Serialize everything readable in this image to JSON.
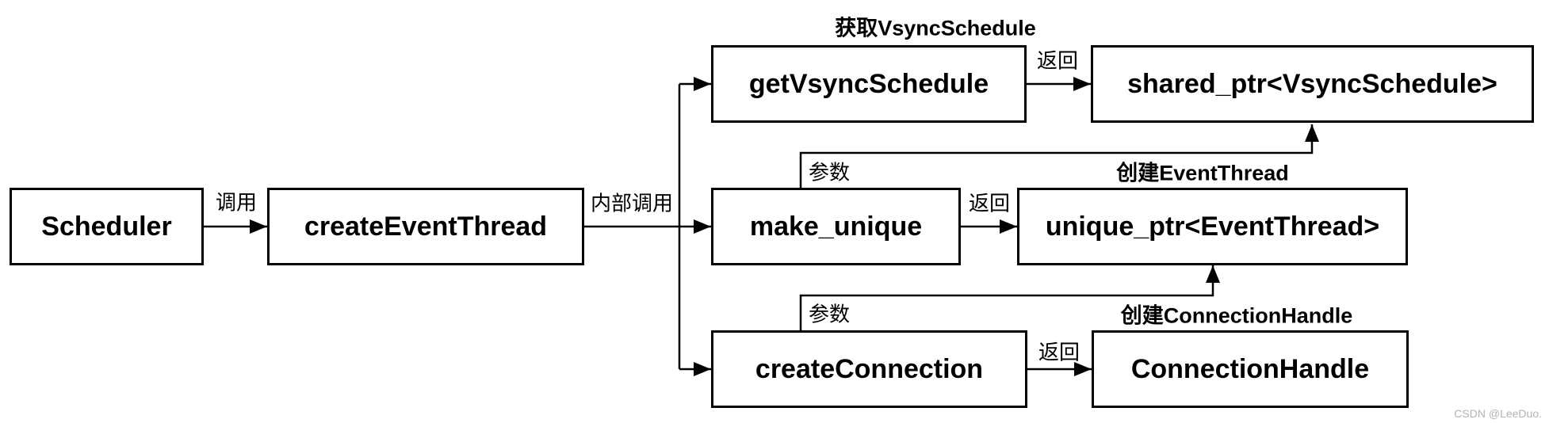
{
  "nodes": {
    "scheduler": {
      "label": "Scheduler"
    },
    "createEventThread": {
      "label": "createEventThread"
    },
    "getVsyncSchedule": {
      "label": "getVsyncSchedule",
      "caption": "获取VsyncSchedule"
    },
    "sharedPtr": {
      "label": "shared_ptr<VsyncSchedule>"
    },
    "makeUnique": {
      "label": "make_unique"
    },
    "uniquePtr": {
      "label": "unique_ptr<EventThread>",
      "caption": "创建EventThread"
    },
    "createConnection": {
      "label": "createConnection"
    },
    "connectionHandle": {
      "label": "ConnectionHandle",
      "caption": "创建ConnectionHandle"
    }
  },
  "edges": {
    "call": "调用",
    "internal_call": "内部调用",
    "return_get_vsync": "返回",
    "return_make_unique": "返回",
    "return_create_connection": "返回",
    "param_make_unique": "参数",
    "param_create_connection": "参数"
  },
  "watermark": "CSDN @LeeDuo.",
  "colors": {
    "line": "#000000",
    "background": "#ffffff",
    "watermark": "#b3b3b3"
  }
}
